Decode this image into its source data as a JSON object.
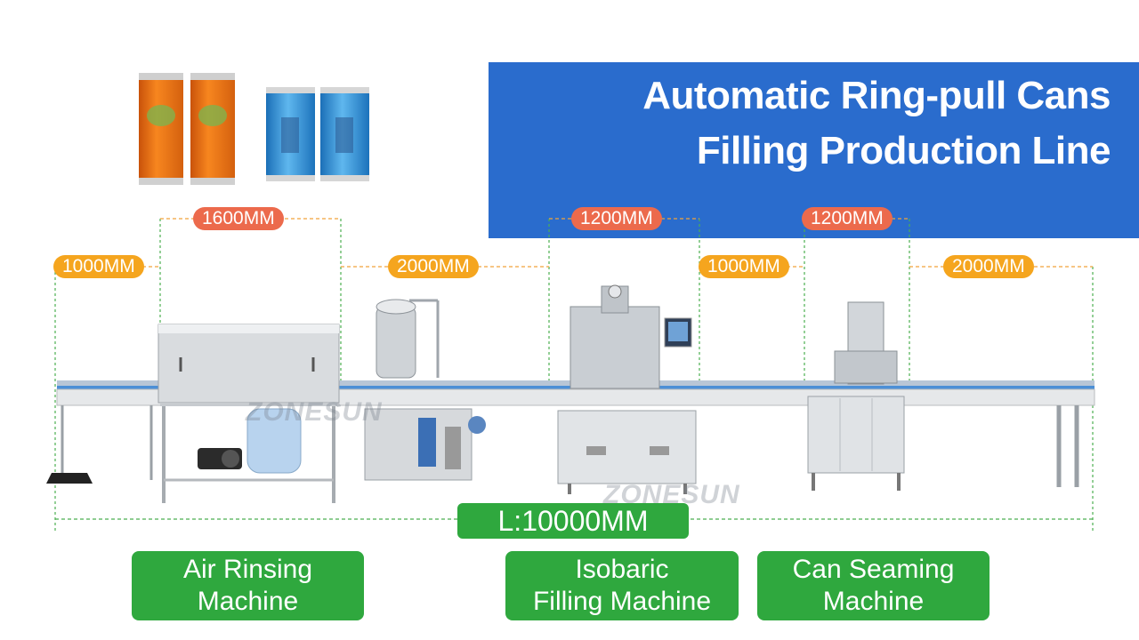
{
  "title": {
    "line1": "Automatic Ring-pull Cans",
    "line2": "Filling Production Line"
  },
  "dimensions": {
    "d1": "1000MM",
    "d2": "1600MM",
    "d3": "2000MM",
    "d4": "1200MM",
    "d5": "1000MM",
    "d6": "1200MM",
    "d7": "2000MM"
  },
  "total_length": "L:10000MM",
  "machines": {
    "air_rinsing": [
      "Air Rinsing",
      "Machine"
    ],
    "isobaric_filling": [
      "Isobaric",
      "Filling Machine"
    ],
    "can_seaming": [
      "Can Seaming",
      "Machine"
    ]
  },
  "watermark": "ZONESUN",
  "colors": {
    "title_banner": "#2a6ccd",
    "orange_tag": "#f5a51e",
    "red_tag": "#ec6a4c",
    "green_label": "#2fa83e",
    "dashed_green": "#4caf50",
    "dashed_orange": "#f2a23a"
  }
}
